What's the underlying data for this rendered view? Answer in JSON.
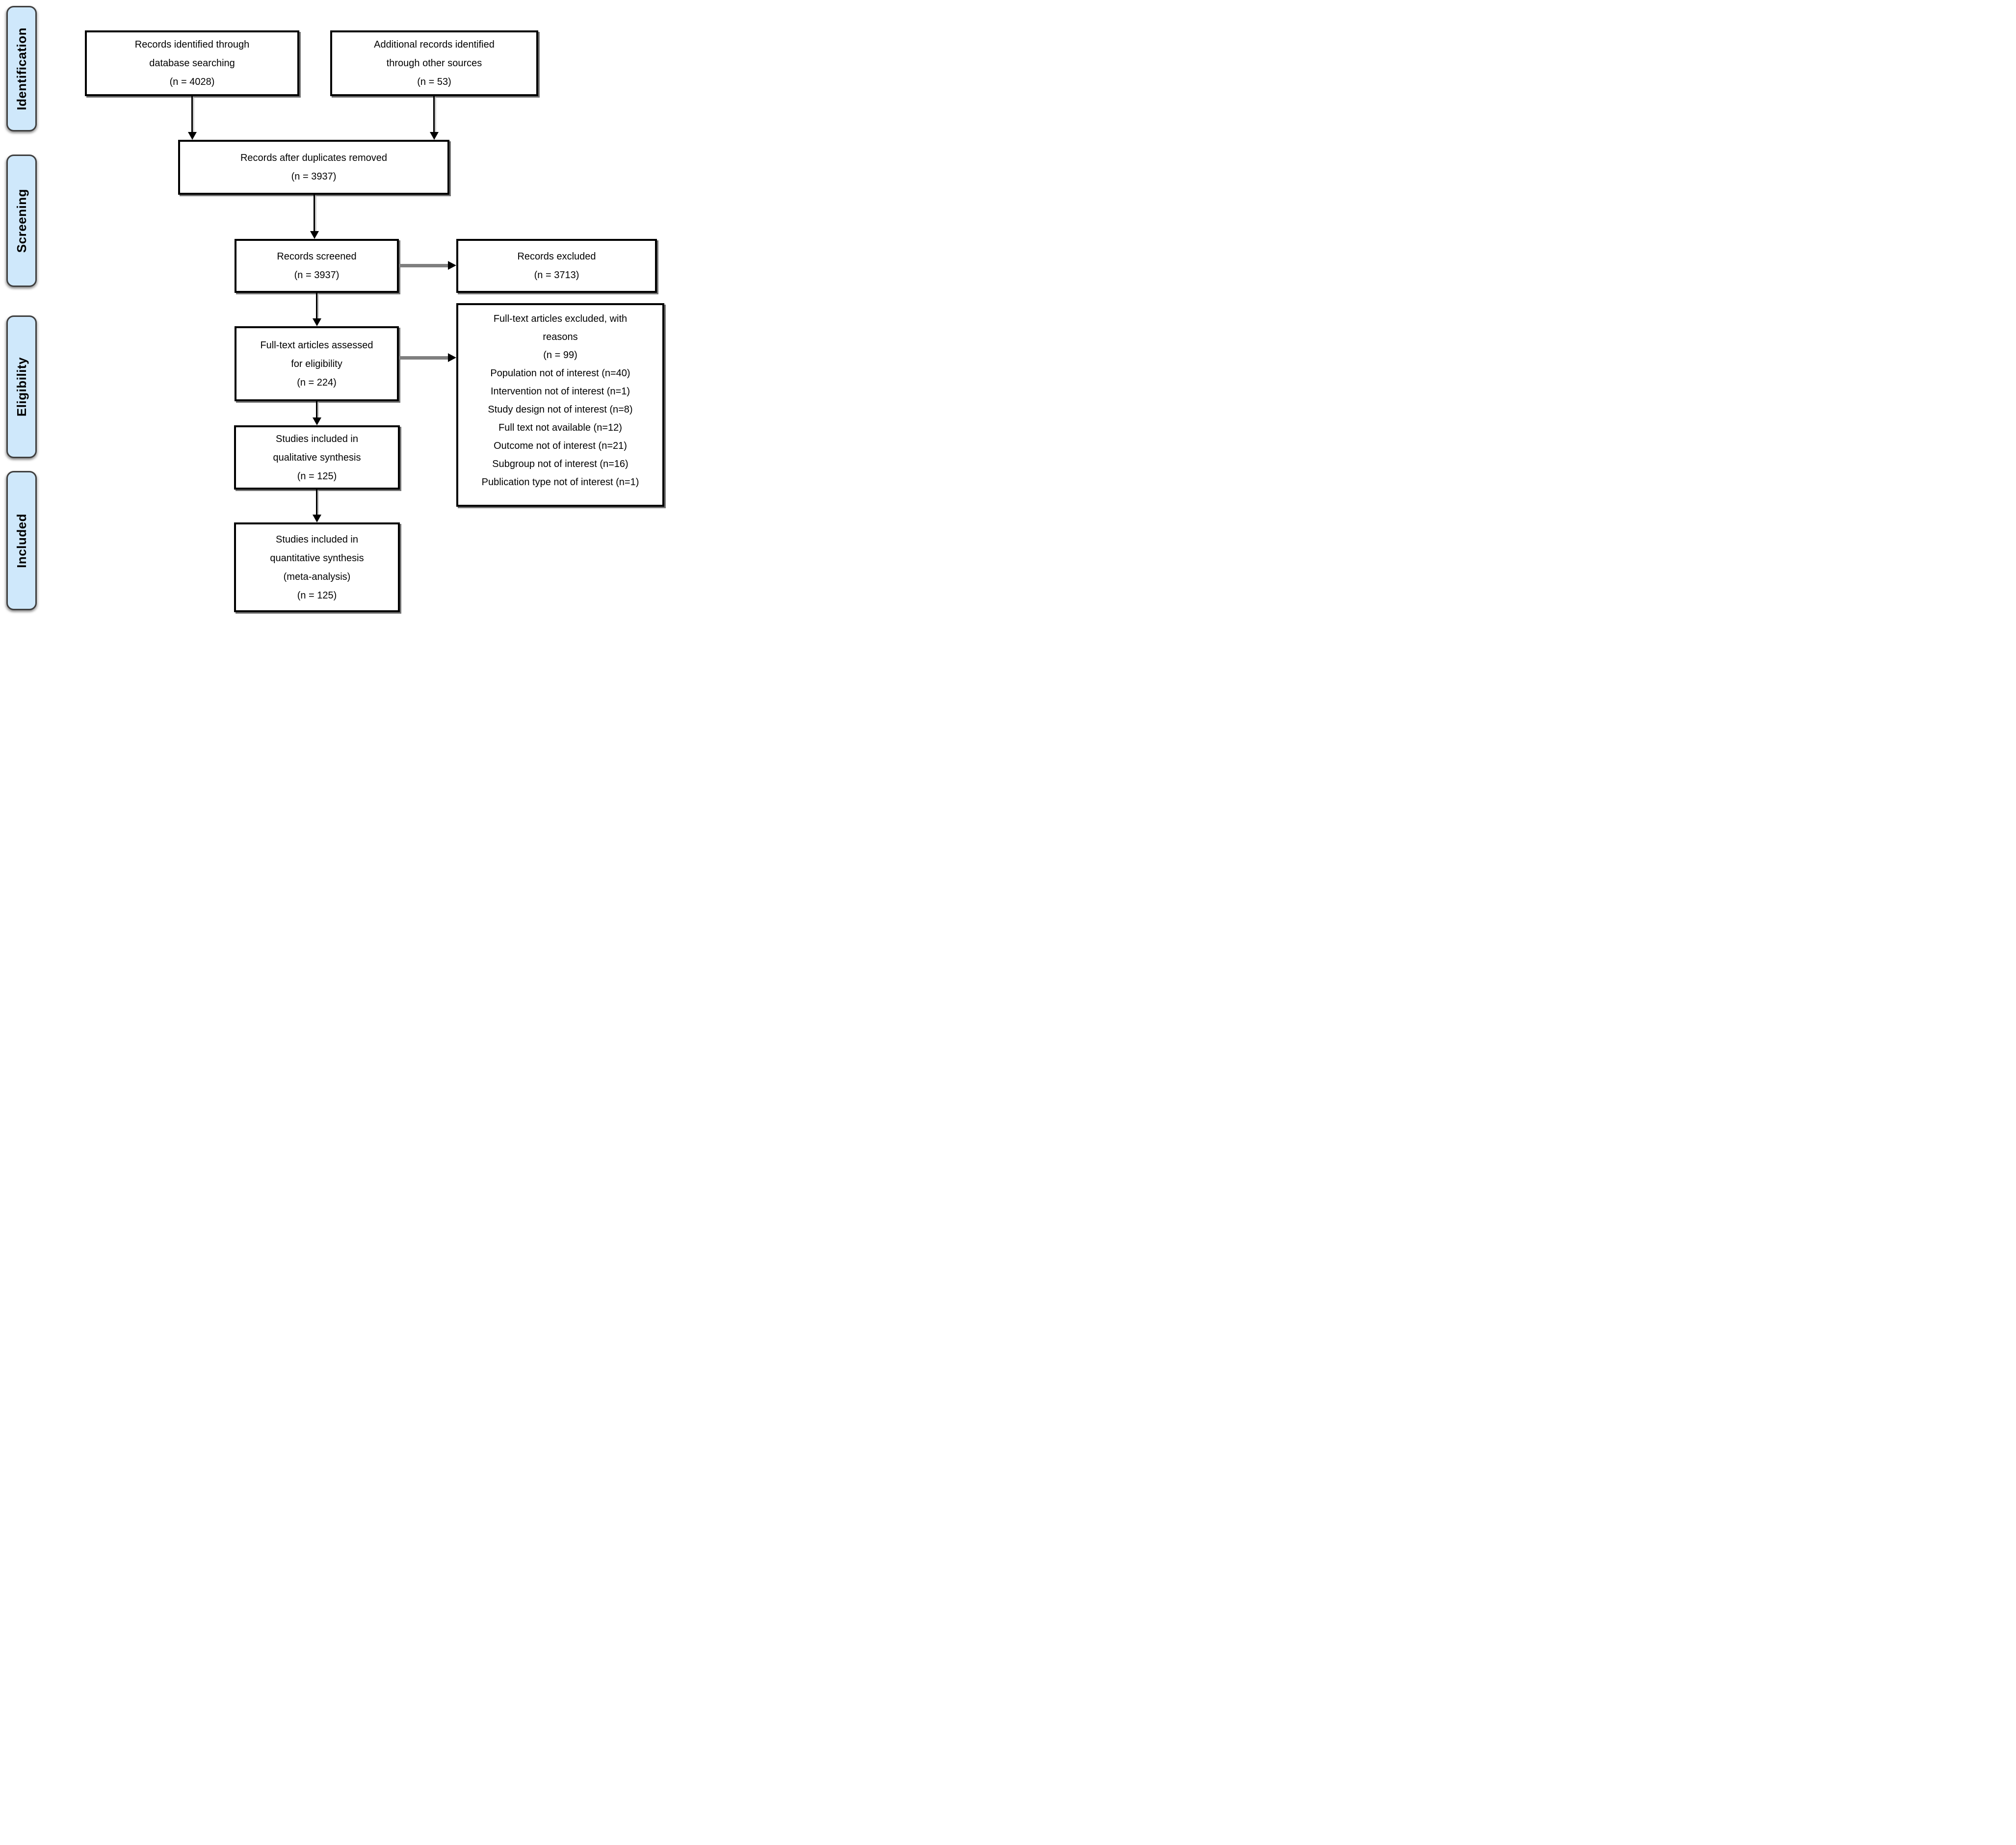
{
  "diagram": {
    "type": "prisma-flow-diagram",
    "stages": [
      {
        "label": "Identification"
      },
      {
        "label": "Screening"
      },
      {
        "label": "Eligibility"
      },
      {
        "label": "Included"
      }
    ],
    "boxes": {
      "records_identified": {
        "lines": [
          "Records identified through",
          "database searching",
          "(n = 4028)"
        ]
      },
      "additional_records": {
        "lines": [
          "Additional records identified",
          "through other sources",
          "(n = 53)"
        ]
      },
      "after_duplicates": {
        "lines": [
          "Records after duplicates removed",
          "(n = 3937)"
        ]
      },
      "records_screened": {
        "lines": [
          "Records screened",
          "(n = 3937)"
        ]
      },
      "records_excluded": {
        "lines": [
          "Records excluded",
          "(n = 3713)"
        ]
      },
      "fulltext_assessed": {
        "lines": [
          "Full-text articles assessed",
          "for eligibility",
          "(n = 224)"
        ]
      },
      "fulltext_excluded": {
        "header_lines": [
          "Full-text articles excluded, with",
          "reasons",
          "(n = 99)"
        ],
        "reasons": [
          "Population not of interest (n=40)",
          "Intervention not of interest (n=1)",
          "Study design not of interest (n=8)",
          "Full text not available (n=12)",
          "Outcome not of interest (n=21)",
          "Subgroup not of interest (n=16)",
          "Publication type not of interest (n=1)"
        ]
      },
      "qualitative": {
        "lines": [
          "Studies included in",
          "qualitative synthesis",
          "(n = 125)"
        ]
      },
      "quantitative": {
        "lines": [
          "Studies included in",
          "quantitative synthesis",
          "(meta-analysis)",
          "(n = 125)"
        ]
      }
    },
    "colors": {
      "stage_fill": "#cfe8fb",
      "stage_border": "#3f3f3f",
      "box_border": "#000000",
      "connector_black": "#000000",
      "connector_gray": "#7f7f7f",
      "text": "#000000",
      "background": "#ffffff"
    }
  }
}
